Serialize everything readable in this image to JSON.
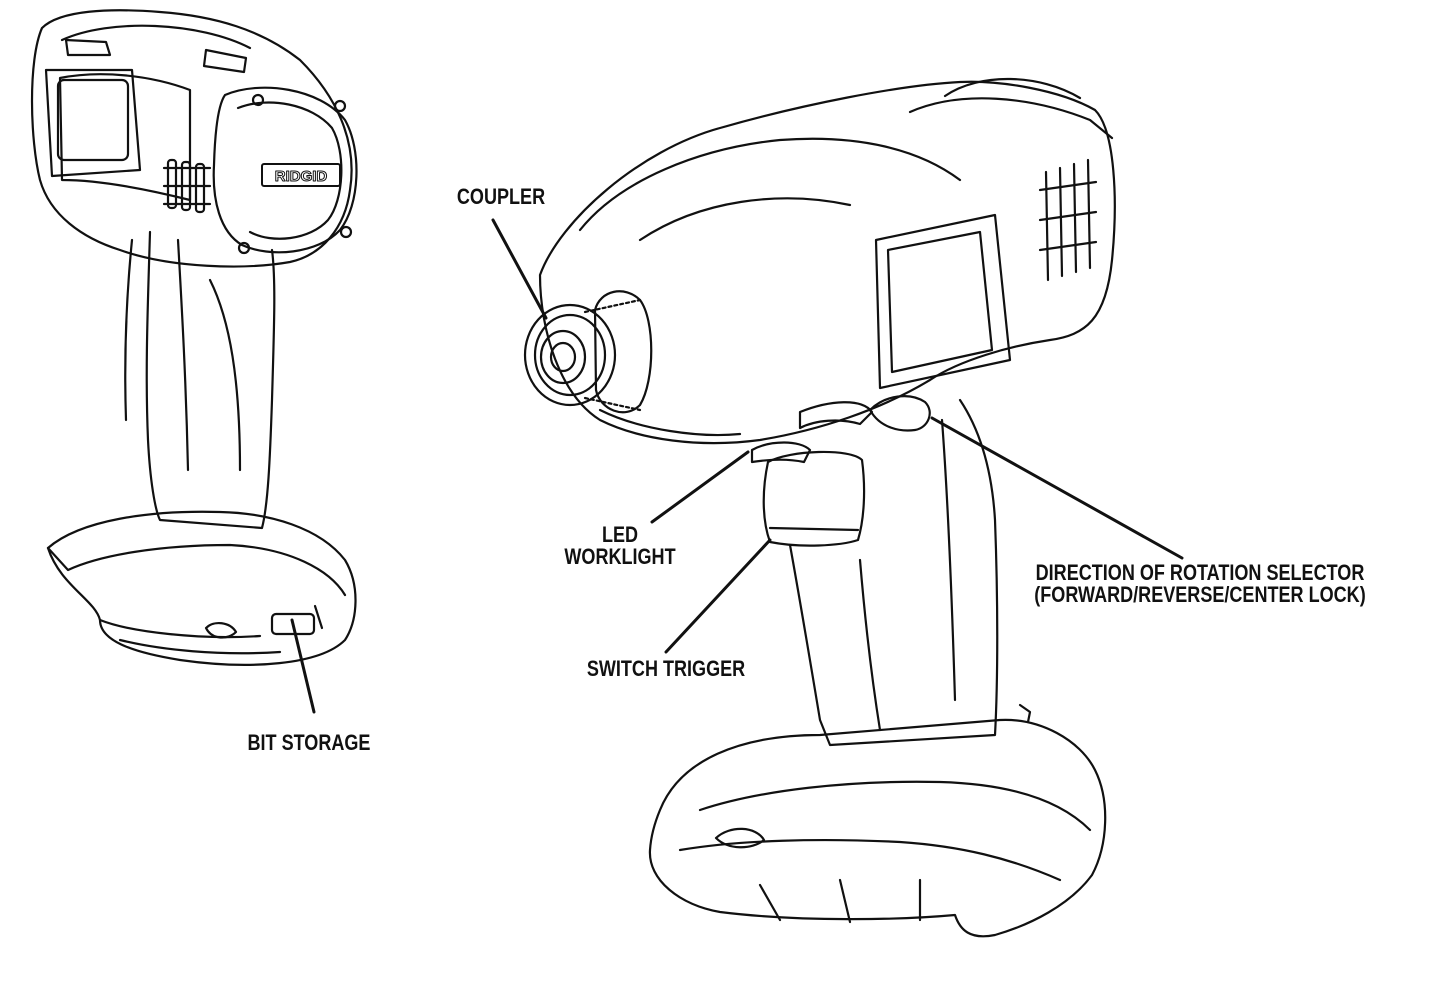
{
  "brand": {
    "logo_text": "RIDGID"
  },
  "callouts": {
    "coupler": "COUPLER",
    "led_worklight": [
      "LED",
      "WORKLIGHT"
    ],
    "switch_trigger": "SWITCH TRIGGER",
    "bit_storage": "BIT STORAGE",
    "direction_selector": [
      "DIRECTION OF ROTATION SELECTOR",
      "(FORWARD/REVERSE/CENTER LOCK)"
    ]
  },
  "colors": {
    "ink": "#111111",
    "paper": "#ffffff"
  }
}
